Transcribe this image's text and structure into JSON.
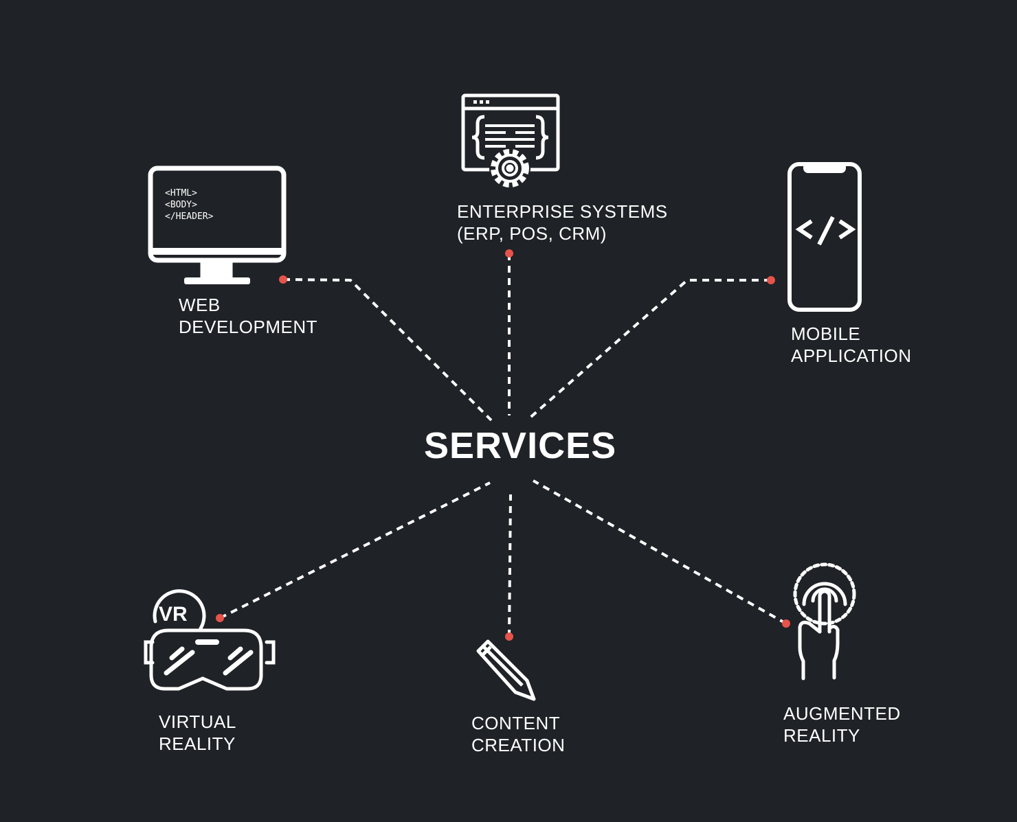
{
  "title": "SERVICES",
  "colors": {
    "background": "#1f2226",
    "accent": "#e5534b",
    "foreground": "#ffffff"
  },
  "services": [
    {
      "id": "web",
      "icon": "monitor-icon",
      "lines": [
        "WEB",
        "DEVELOPMENT"
      ],
      "code_lines": [
        "<HTML>",
        "<BODY>",
        "</HEADER>"
      ]
    },
    {
      "id": "enterprise",
      "icon": "browser-gear-icon",
      "lines": [
        "ENTERPRISE SYSTEMS",
        "(ERP, POS, CRM)"
      ]
    },
    {
      "id": "mobile",
      "icon": "smartphone-code-icon",
      "lines": [
        "MOBILE",
        "APPLICATION"
      ],
      "icon_text": "</>"
    },
    {
      "id": "vr",
      "icon": "vr-headset-icon",
      "lines": [
        "VIRTUAL",
        "REALITY"
      ],
      "icon_text": "VR"
    },
    {
      "id": "content",
      "icon": "pencil-icon",
      "lines": [
        "CONTENT",
        "CREATION"
      ]
    },
    {
      "id": "ar",
      "icon": "touch-hand-icon",
      "lines": [
        "AUGMENTED",
        "REALITY"
      ]
    }
  ]
}
